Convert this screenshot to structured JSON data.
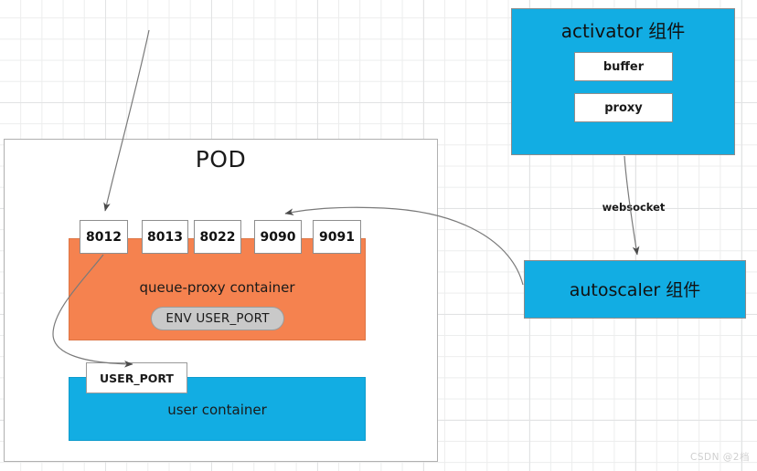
{
  "diagram": {
    "watermark": "CSDN @2档",
    "colors": {
      "orange": "#F5824F",
      "blue": "#12ADE3",
      "white": "#FFFFFF",
      "pill_gray": "#C9C9C9",
      "border_gray": "#8E8E8E",
      "grid": "#ECEDED"
    },
    "pod": {
      "title": "POD",
      "ports": [
        {
          "label": "8012"
        },
        {
          "label": "8013"
        },
        {
          "label": "8022"
        },
        {
          "label": "9090"
        },
        {
          "label": "9091"
        }
      ],
      "queue_proxy": {
        "label": "queue-proxy container",
        "env_pill": "ENV USER_PORT"
      },
      "user_port_callout": "USER_PORT",
      "user_container": {
        "label": "user container"
      }
    },
    "activator": {
      "title": "activator 组件",
      "children": [
        {
          "label": "buffer"
        },
        {
          "label": "proxy"
        }
      ]
    },
    "autoscaler": {
      "title": "autoscaler 组件"
    },
    "edges": [
      {
        "label": "websocket",
        "from": "activator",
        "to": "autoscaler"
      },
      {
        "label": "",
        "from": "external-top-left",
        "to": "port-8012"
      },
      {
        "label": "",
        "from": "autoscaler",
        "to": "port-9090"
      },
      {
        "label": "",
        "from": "port-8012",
        "to": "user-port-callout"
      }
    ]
  }
}
